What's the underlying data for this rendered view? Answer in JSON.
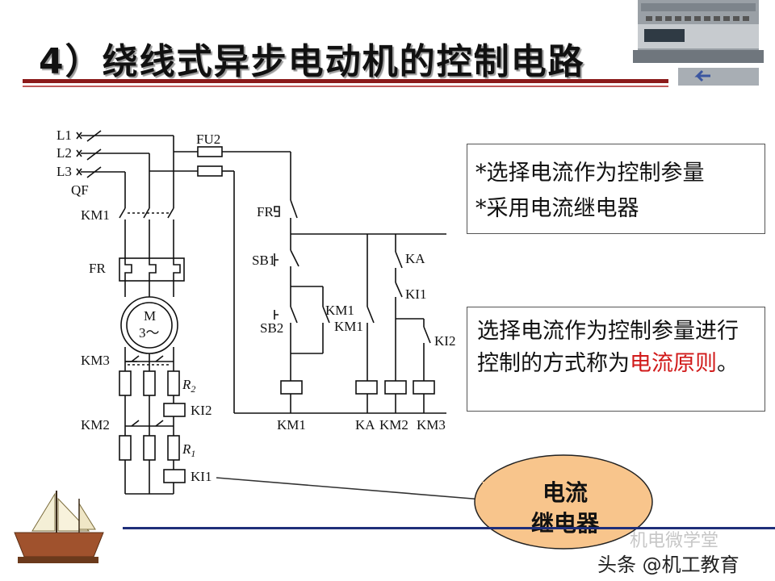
{
  "title": "4）绕线式异步电动机的控制电路",
  "box1": {
    "line1": "*选择电流作为控制参量",
    "line2": "*采用电流继电器"
  },
  "box2": {
    "text_black": "选择电流作为控制参量进行控制的方式称为",
    "text_red": "电流原则",
    "text_end": "。"
  },
  "bubble": {
    "line1": "电流",
    "line2": "继电器"
  },
  "watermark": {
    "main": "头条 @机工教育",
    "faded": "机电微学堂"
  },
  "circuit": {
    "L1": "L1",
    "L2": "L2",
    "L3": "L3",
    "QF": "QF",
    "FU2": "FU2",
    "KM1_main": "KM1",
    "FR_main": "FR",
    "M": "M",
    "M3": "3～",
    "KM3": "KM3",
    "R2": "R",
    "R2_sub": "2",
    "KI2_coil": "KI2",
    "KM2": "KM2",
    "R1": "R",
    "R1_sub": "1",
    "KI1_coil": "KI1",
    "FR_ctrl": "FR",
    "SB1": "SB1",
    "SB2": "SB2",
    "KM1_contact_a": "KM1",
    "KM1_contact_b": "KM1",
    "KA_contact": "KA",
    "KI1_contact": "KI1",
    "KI2_contact": "KI2",
    "coil_KM1": "KM1",
    "coil_KA": "KA",
    "coil_KM2": "KM2",
    "coil_KM3": "KM3"
  }
}
